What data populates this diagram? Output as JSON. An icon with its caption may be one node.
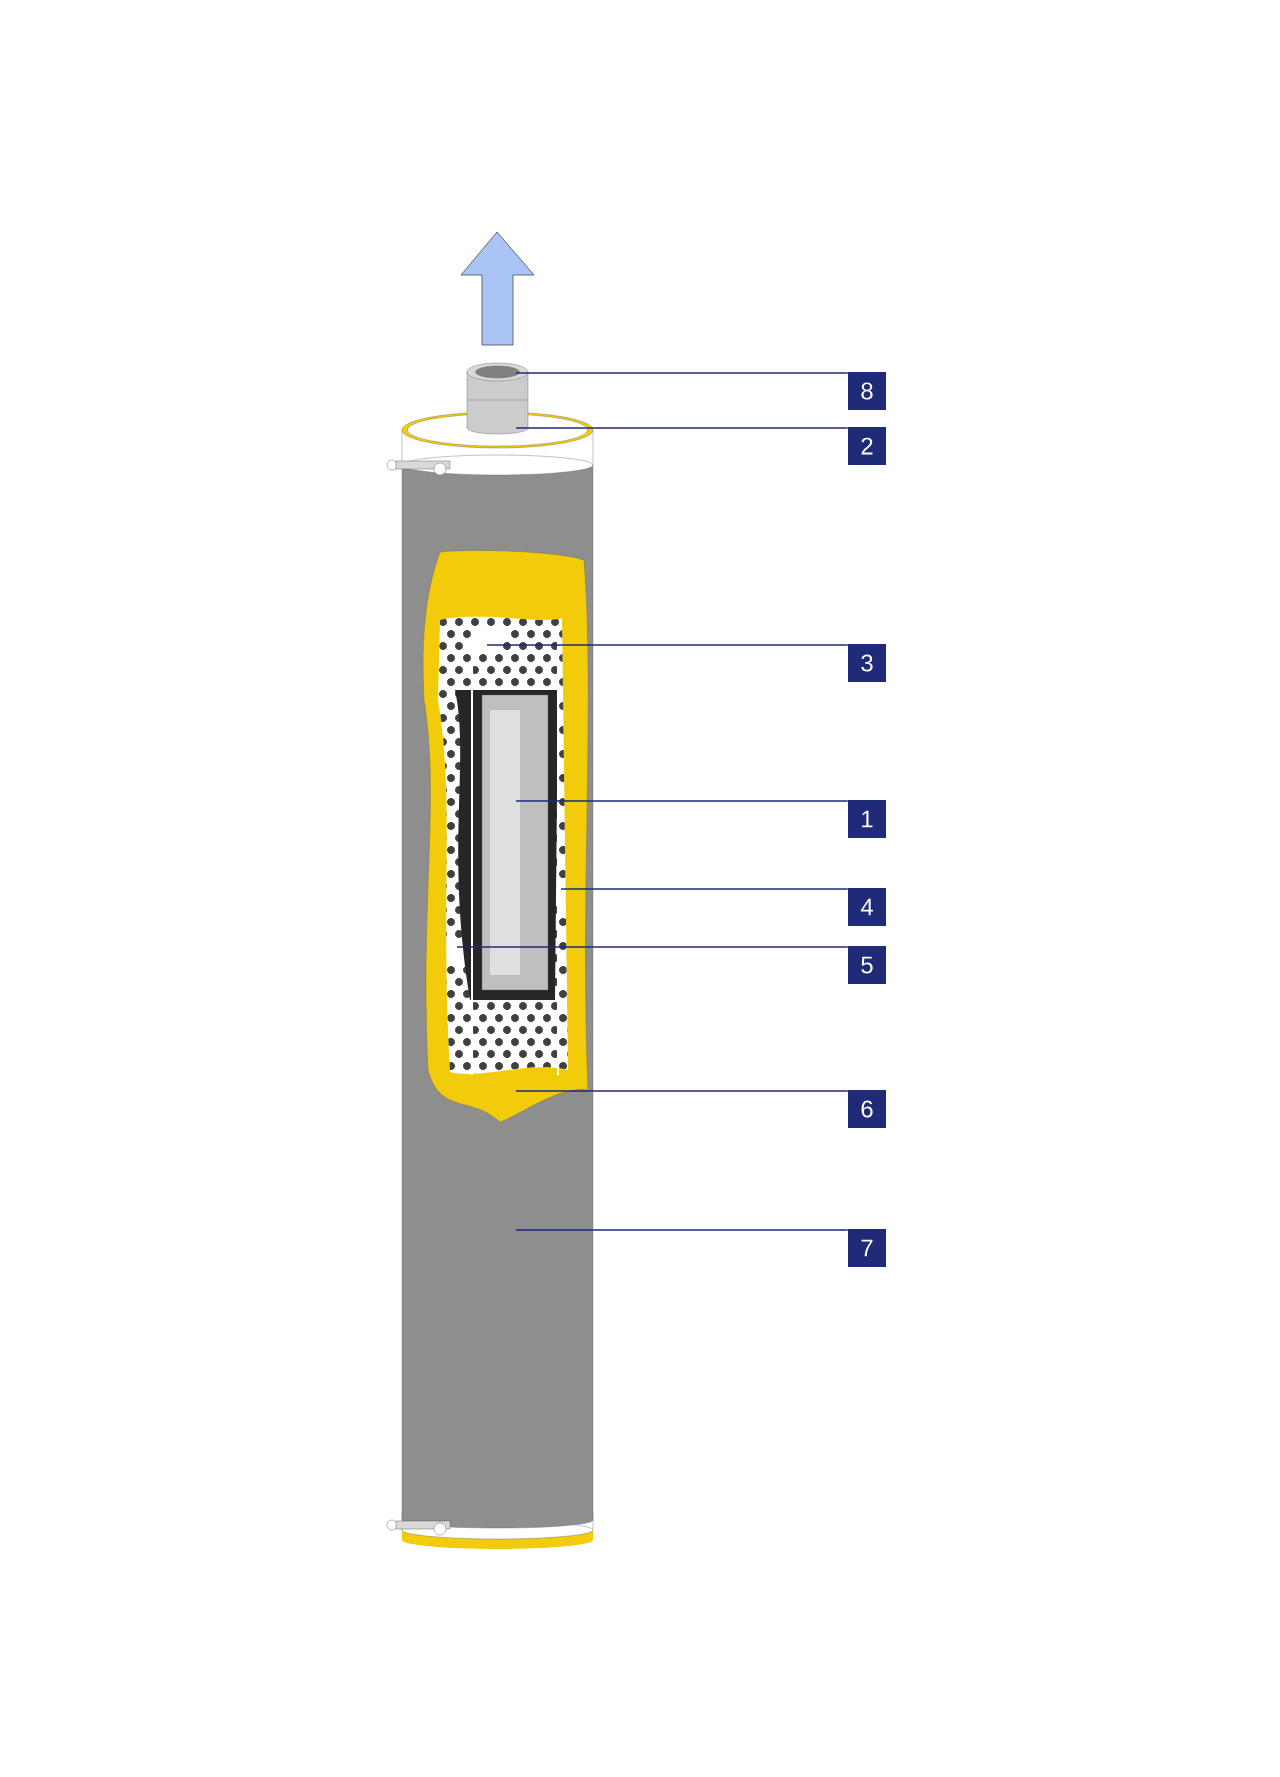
{
  "diagram": {
    "nodes": [
      {
        "text": [
          "8"
        ]
      },
      {
        "text": [
          "2"
        ]
      },
      {
        "text": [
          "3"
        ]
      },
      {
        "text": [
          "1"
        ]
      },
      {
        "text": [
          "4"
        ]
      },
      {
        "text": [
          "5"
        ]
      },
      {
        "text": [
          "6"
        ]
      },
      {
        "text": [
          "7"
        ]
      }
    ],
    "edges": [
      {
        "from": 0,
        "to": null,
        "arrow": "none"
      },
      {
        "from": 1,
        "to": null,
        "arrow": "none"
      },
      {
        "from": 2,
        "to": null,
        "arrow": "none"
      },
      {
        "from": 3,
        "to": null,
        "arrow": "none"
      },
      {
        "from": 4,
        "to": null,
        "arrow": "none"
      },
      {
        "from": 5,
        "to": null,
        "arrow": "none"
      },
      {
        "from": 6,
        "to": null,
        "arrow": "none"
      },
      {
        "from": 7,
        "to": null,
        "arrow": "none"
      }
    ]
  }
}
